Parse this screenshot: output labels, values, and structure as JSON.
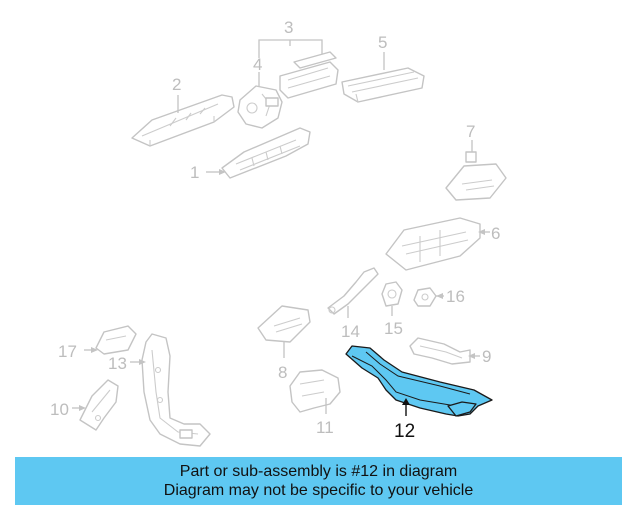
{
  "diagram": {
    "callouts": {
      "p1": "1",
      "p2": "2",
      "p3": "3",
      "p4": "4",
      "p5": "5",
      "p6": "6",
      "p7": "7",
      "p8": "8",
      "p9": "9",
      "p10": "10",
      "p11": "11",
      "p12": "12",
      "p13": "13",
      "p14": "14",
      "p15": "15",
      "p16": "16",
      "p17": "17"
    },
    "highlighted_part": "12",
    "colors": {
      "highlight": "#5ec8f2",
      "part_outline": "#c4c4c4",
      "callout_gray": "#bdbdbd",
      "highlight_outline": "#1a1a1a"
    }
  },
  "banner": {
    "line1": "Part or sub-assembly is #12 in diagram",
    "line2": "Diagram may not be specific to your vehicle"
  }
}
